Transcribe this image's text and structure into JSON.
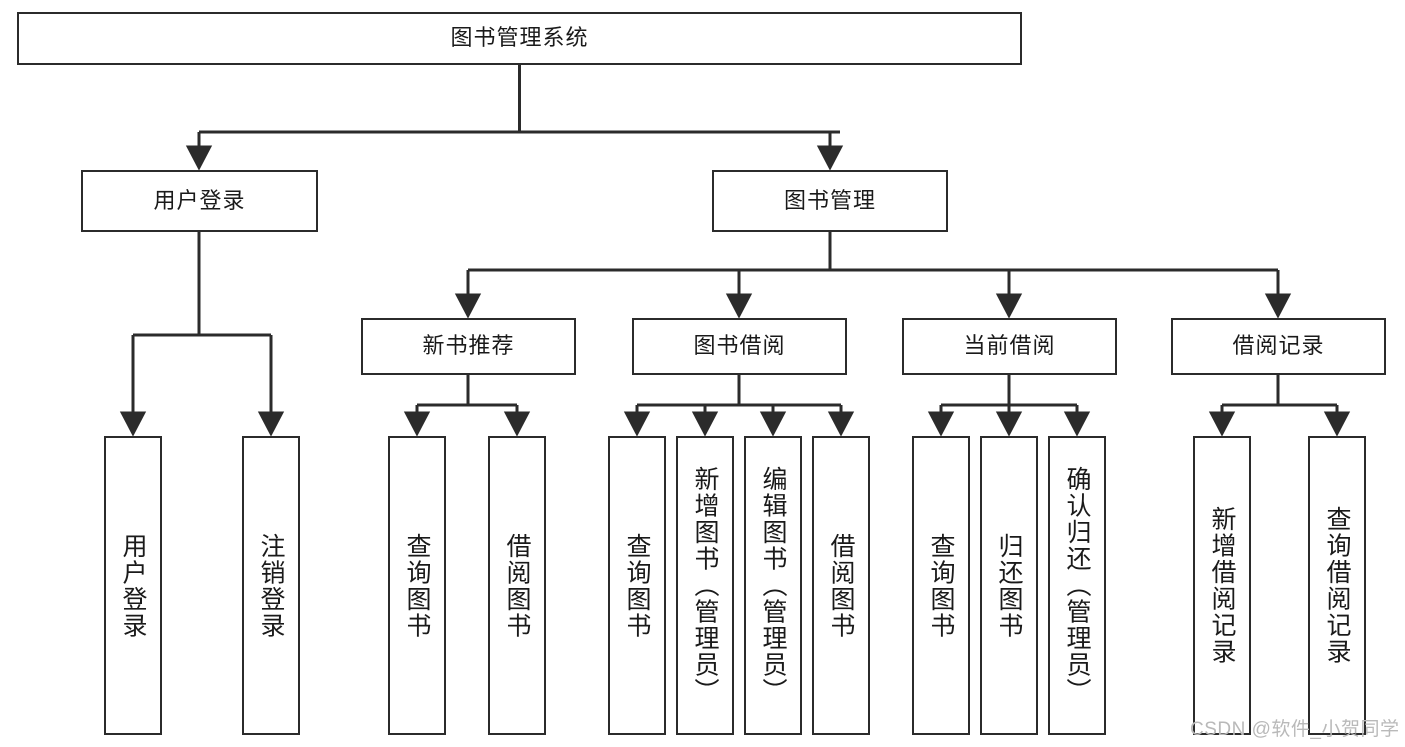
{
  "diagram": {
    "title": "图书管理系统",
    "type": "tree-hierarchy-functional-structure",
    "colors": {
      "box_border": "#2b2b2b",
      "box_fill": "#ffffff",
      "edge": "#2b2b2b",
      "text": "#1a1a1a",
      "watermark": "#b9b9b9",
      "background": "#ffffff"
    },
    "root": {
      "label": "图书管理系统"
    },
    "level2": [
      {
        "label": "用户登录"
      },
      {
        "label": "图书管理"
      }
    ],
    "level3": [
      {
        "label": "新书推荐"
      },
      {
        "label": "图书借阅"
      },
      {
        "label": "当前借阅"
      },
      {
        "label": "借阅记录"
      }
    ],
    "leaves": {
      "user_login": [
        {
          "label": "用户登录"
        },
        {
          "label": "注销登录"
        }
      ],
      "new_book_recommend": [
        {
          "label": "查询图书"
        },
        {
          "label": "借阅图书"
        }
      ],
      "book_borrow": [
        {
          "label": "查询图书"
        },
        {
          "label": "新增图书（管理员）"
        },
        {
          "label": "编辑图书（管理员）"
        },
        {
          "label": "借阅图书"
        }
      ],
      "current_borrow": [
        {
          "label": "查询图书"
        },
        {
          "label": "归还图书"
        },
        {
          "label": "确认归还（管理员）"
        }
      ],
      "borrow_record": [
        {
          "label": "新增借阅记录"
        },
        {
          "label": "查询借阅记录"
        }
      ]
    },
    "watermark": "CSDN @软件_小贺同学"
  }
}
